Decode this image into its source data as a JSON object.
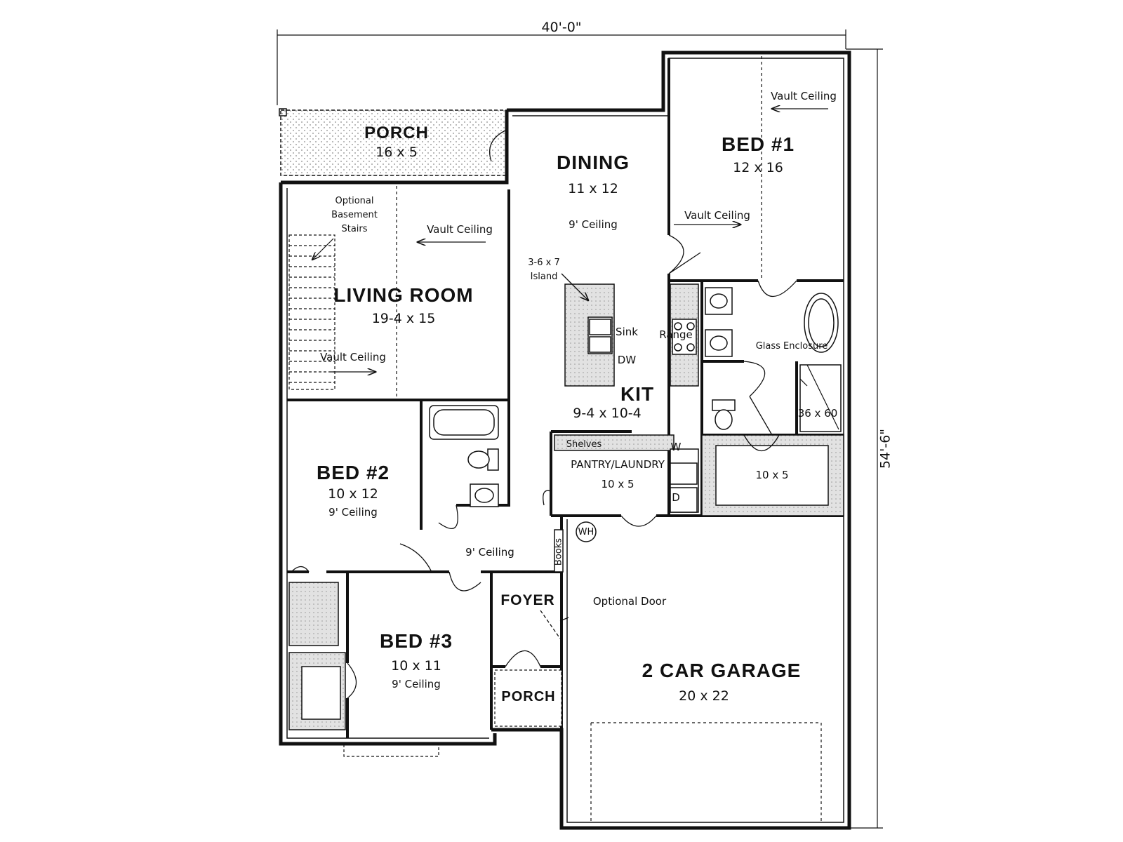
{
  "dimensions": {
    "width": "40'-0\"",
    "depth": "54'-6\""
  },
  "rooms": {
    "porch_top": {
      "name": "PORCH",
      "size": "16 x 5"
    },
    "dining": {
      "name": "DINING",
      "size": "11 x 12",
      "ceiling": "9' Ceiling"
    },
    "bed1": {
      "name": "BED #1",
      "size": "12 x 16",
      "ceiling_a": "Vault Ceiling",
      "ceiling_b": "Vault Ceiling"
    },
    "living": {
      "name": "LIVING ROOM",
      "size": "19-4 x 15",
      "ceiling_a": "Vault Ceiling",
      "ceiling_b": "Vault Ceiling"
    },
    "kitchen": {
      "name": "KIT",
      "size": "9-4 x 10-4",
      "island": "3-6 x 7",
      "island_label": "Island",
      "sink": "Sink",
      "dw": "DW",
      "range": "Range"
    },
    "master_bath": {
      "glass": "Glass Enclosure",
      "shower": "36 x 60"
    },
    "closet": {
      "size": "10 x 5"
    },
    "pantry": {
      "name": "PANTRY/LAUNDRY",
      "size": "10 x 5",
      "shelves": "Shelves",
      "dryer": "D",
      "washer": "W"
    },
    "bed2": {
      "name": "BED #2",
      "size": "10 x 12",
      "ceiling": "9' Ceiling"
    },
    "hall": {
      "ceiling": "9' Ceiling",
      "books": "Books",
      "wh": "WH"
    },
    "foyer": {
      "name": "FOYER",
      "optional_door": "Optional Door"
    },
    "bed3": {
      "name": "BED #3",
      "size": "10 x 11",
      "ceiling": "9' Ceiling"
    },
    "porch_front": {
      "name": "PORCH"
    },
    "garage": {
      "name": "2 CAR GARAGE",
      "size": "20 x 22"
    },
    "stairs": {
      "line1": "Optional",
      "line2": "Basement",
      "line3": "Stairs"
    }
  },
  "colors": {
    "wall": "#111111",
    "hatch": "#bdbdbd",
    "fill": "#d9d9d9"
  }
}
